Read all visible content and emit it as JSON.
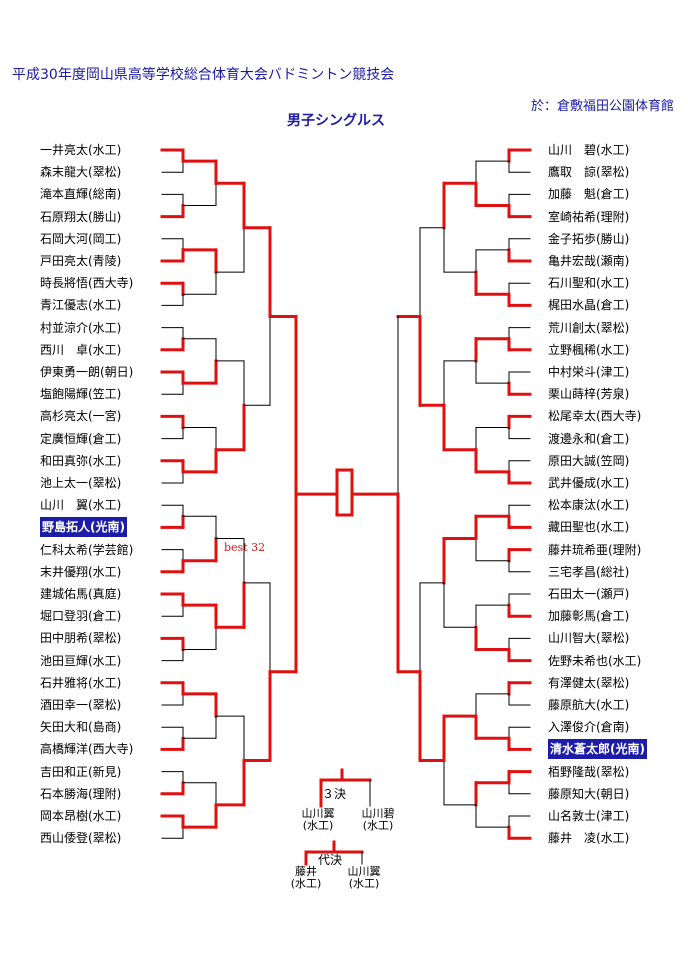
{
  "title": "平成30年度岡山県高等学校総合体育大会バドミントン競技会",
  "venue": "於：倉敷福田公園体育館",
  "event": "男子シングルス",
  "left_players": [
    "一井亮太(水工)",
    "森末龍大(翠松)",
    "滝本直輝(総南)",
    "石原翔太(勝山)",
    "石岡大河(岡工)",
    "戸田亮太(青陵)",
    "時長將悟(西大寺)",
    "青江優志(水工)",
    "村並涼介(水工)",
    "西川　卓(水工)",
    "伊東勇一朗(朝日)",
    "塩飽陽輝(笠工)",
    "高杉亮太(一宮)",
    "定廣恒輝(倉工)",
    "和田真弥(水工)",
    "池上太一(翠松)",
    "山川　翼(水工)",
    "野島拓人(光南)",
    "仁科太希(学芸館)",
    "末井優翔(水工)",
    "建城佑馬(真庭)",
    "堀口登羽(倉工)",
    "田中朋希(翠松)",
    "池田亘輝(水工)",
    "石井雅将(水工)",
    "酒田幸一(翠松)",
    "矢田大和(島商)",
    "高橋輝洋(西大寺)",
    "吉田和正(新見)",
    "石本勝海(理附)",
    "岡本昂樹(水工)",
    "西山倭登(翠松)"
  ],
  "right_players": [
    "山川　碧(水工)",
    "鷹取　諒(翠松)",
    "加藤　魁(倉工)",
    "室崎祐希(理附)",
    "金子拓歩(勝山)",
    "亀井宏哉(瀬南)",
    "石川聖和(水工)",
    "梶田水晶(倉工)",
    "荒川創太(翠松)",
    "立野楓稀(水工)",
    "中村栄斗(津工)",
    "栗山蒔梓(芳泉)",
    "松尾幸太(西大寺)",
    "渡邊永和(倉工)",
    "原田大誠(笠岡)",
    "武井優成(水工)",
    "松本康汰(水工)",
    "藏田聖也(水工)",
    "藤井琉希亜(理附)",
    "三宅孝昌(総社)",
    "石田太一(瀬戸)",
    "加藤彰馬(倉工)",
    "山川智大(翠松)",
    "佐野未希也(水工)",
    "有澤健太(翠松)",
    "藤原航大(水工)",
    "入澤俊介(倉南)",
    "清水蒼太郎(光南)",
    "栢野隆哉(翠松)",
    "藤原知大(朝日)",
    "山名敦士(津工)",
    "藤井　凌(水工)"
  ],
  "highlighted_left": [
    17
  ],
  "highlighted_right": [
    27
  ],
  "best_label": "best 32",
  "third_place": {
    "label": "３決",
    "player_a_name": "山川翼",
    "player_a_school": "(水工)",
    "player_b_name": "山川碧",
    "player_b_school": "(水工)"
  },
  "playoff": {
    "label": "代決",
    "player_a_name": "藤井",
    "player_a_school": "(水工)",
    "player_b_name": "山川翼",
    "player_b_school": "(水工)"
  },
  "colors": {
    "title": "#1a1aa6",
    "winner_line": "#e01010",
    "line": "#000000",
    "highlight_bg": "#1c1ca8"
  }
}
